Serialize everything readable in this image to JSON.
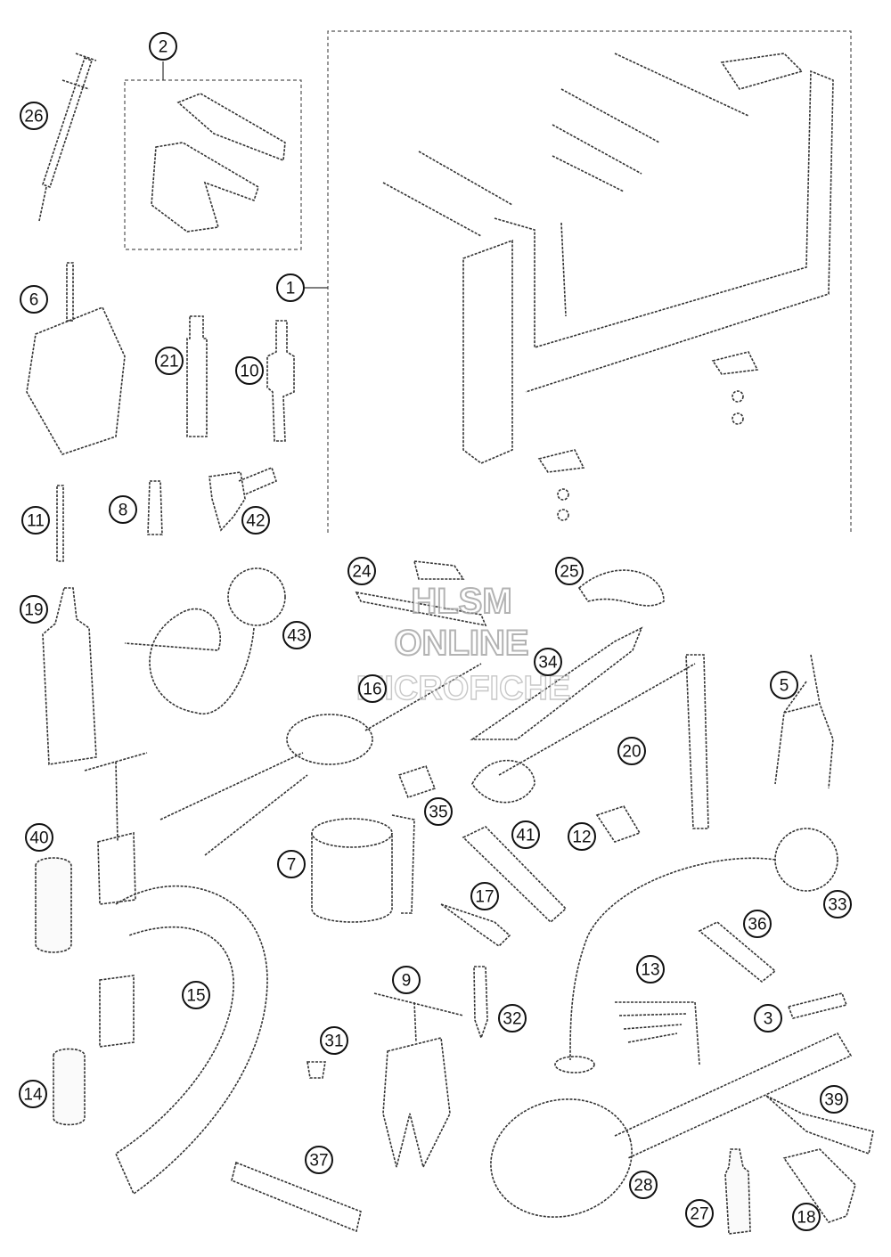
{
  "callouts": [
    "26",
    "2",
    "1",
    "6",
    "21",
    "10",
    "11",
    "8",
    "42",
    "19",
    "43",
    "24",
    "25",
    "34",
    "16",
    "20",
    "5",
    "40",
    "35",
    "41",
    "12",
    "7",
    "17",
    "33",
    "15",
    "36",
    "9",
    "32",
    "13",
    "3",
    "31",
    "14",
    "37",
    "28",
    "39",
    "27",
    "18"
  ],
  "watermark": {
    "line1": "HLSM",
    "line2": "ONLINE",
    "line3": "MICROFICHE"
  }
}
